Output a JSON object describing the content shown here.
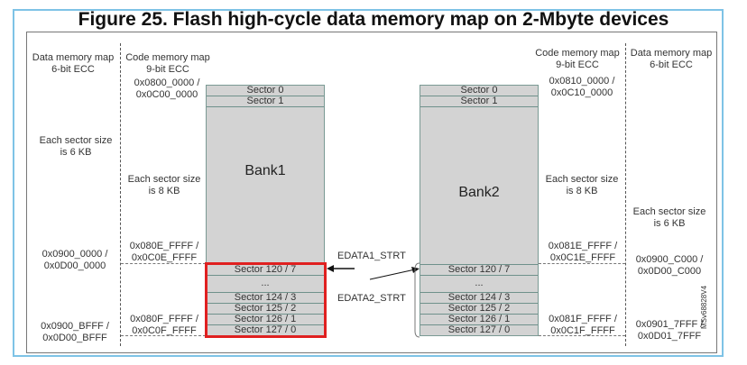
{
  "title": "Figure 25. Flash high-cycle data memory map on 2-Mbyte devices",
  "left": {
    "data_map": [
      "Data memory map",
      "6-bit ECC"
    ],
    "code_map": [
      "Code memory map",
      "9-bit ECC"
    ],
    "code_start": [
      "0x0800_0000 /",
      "0x0C00_0000"
    ],
    "data_sector_size": [
      "Each sector size",
      "is 6 KB"
    ],
    "code_sector_size": [
      "Each sector size",
      "is 8 KB"
    ],
    "data_start": [
      "0x0900_0000 /",
      "0x0D00_0000"
    ],
    "code_e": [
      "0x080E_FFFF /",
      "0x0C0E_FFFF"
    ],
    "data_end": [
      "0x0900_BFFF /",
      "0x0D00_BFFF"
    ],
    "code_end": [
      "0x080F_FFFF /",
      "0x0C0F_FFFF"
    ]
  },
  "right": {
    "data_map": [
      "Data  memory map",
      "6-bit ECC"
    ],
    "code_map": [
      "Code memory map",
      "9-bit ECC"
    ],
    "code_start": [
      "0x0810_0000 /",
      "0x0C10_0000"
    ],
    "code_sector_size": [
      "Each sector size",
      "is 8 KB"
    ],
    "data_sector_size": [
      "Each sector size",
      "is 6 KB"
    ],
    "code_e": [
      "0x081E_FFFF /",
      "0x0C1E_FFFF"
    ],
    "data_start": [
      "0x0900_C000 /",
      "0x0D00_C000"
    ],
    "code_end": [
      "0x081F_FFFF /",
      "0x0C1F_FFFF"
    ],
    "data_end": [
      "0x0901_7FFF /",
      "0x0D01_7FFF"
    ]
  },
  "bank1": {
    "label": "Bank1",
    "sectors_top": [
      "Sector 0",
      "Sector 1"
    ],
    "sectors_bottom": [
      "Sector 120 / 7",
      "...",
      "Sector 124 / 3",
      "Sector 125 / 2",
      "Sector 126 / 1",
      "Sector 127 / 0"
    ]
  },
  "bank2": {
    "label": "Bank2",
    "sectors_top": [
      "Sector 0",
      "Sector 1"
    ],
    "sectors_bottom": [
      "Sector 120 / 7",
      "...",
      "Sector 124 / 3",
      "Sector 125 / 2",
      "Sector 126 / 1",
      "Sector 127 / 0"
    ]
  },
  "edata1": "EDATA1_STRT",
  "edata2": "EDATA2_STRT",
  "figure_id": "MSv68828V4",
  "colors": {
    "highlight": "#e02020",
    "frame": "#7ec3e6",
    "bank_fill": "#d3d3d3"
  }
}
